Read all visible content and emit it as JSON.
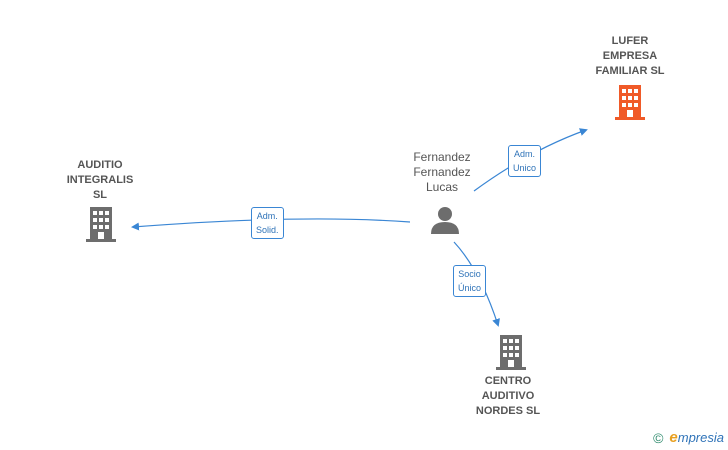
{
  "nodes": {
    "lufer": {
      "label": "LUFER\nEMPRESA\nFAMILIAR  SL",
      "color": "#f05a28",
      "icon": "building-icon"
    },
    "auditio": {
      "label": "AUDITIO\nINTEGRALIS\nSL",
      "color": "#6d6d6d",
      "icon": "building-icon"
    },
    "centro": {
      "label": "CENTRO\nAUDITIVO\nNORDES SL",
      "color": "#6d6d6d",
      "icon": "building-icon"
    },
    "person": {
      "label": "Fernandez\nFernandez\nLucas",
      "color": "#6d6d6d",
      "icon": "person-icon"
    }
  },
  "edges": {
    "to_lufer": {
      "label": "Adm.\nUnico"
    },
    "to_auditio": {
      "label": "Adm.\nSolid."
    },
    "to_centro": {
      "label": "Socio\nÚnico"
    }
  },
  "colors": {
    "edge": "#3a86d4"
  },
  "brand": {
    "copyright": "©",
    "initial": "e",
    "rest": "mpresia"
  }
}
